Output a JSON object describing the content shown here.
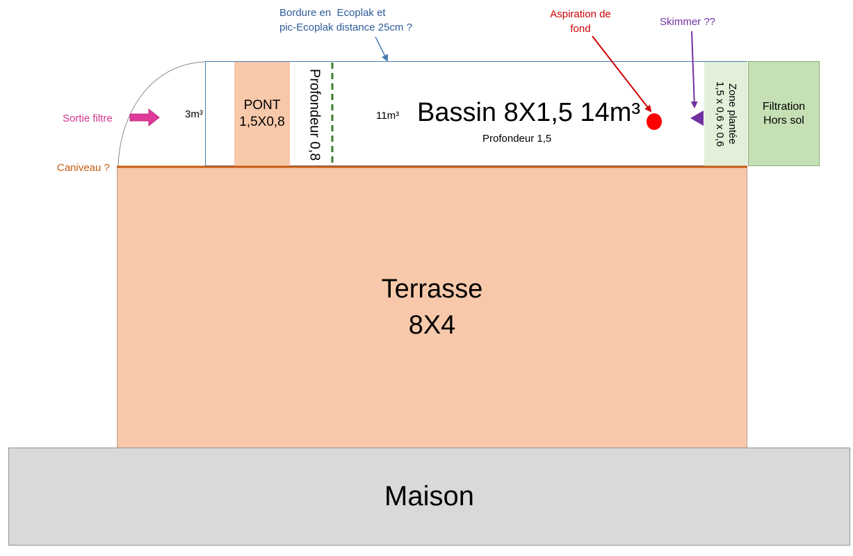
{
  "bassin": {
    "title": "Bassin 8X1,5 14m³",
    "depth": "Profondeur 1,5",
    "vol_left": "3m³",
    "vol_right": "11m³",
    "depth_left": "Profondeur 0,8"
  },
  "pont": {
    "line1": "PONT",
    "line2": "1,5X0,8"
  },
  "zone_plantee": {
    "text": "Zone plantée\n1,5 x 0,6 x 0,6"
  },
  "filtration": {
    "line1": "Filtration",
    "line2": "Hors sol"
  },
  "terrasse": {
    "line1": "Terrasse",
    "line2": "8X4"
  },
  "maison": {
    "label": "Maison"
  },
  "labels": {
    "bordure_line1": "Bordure en  Ecoplak et",
    "bordure_line2": "pic-Ecoplak distance 25cm ?",
    "aspiration_line1": "Aspiration de",
    "aspiration_line2": "fond",
    "skimmer": "Skimmer ??",
    "sortie_filtre": "Sortie filtre",
    "caniveau": "Caniveau ?"
  },
  "colors": {
    "terrace": "#f7c8aa",
    "house": "#d9d9d9",
    "filtration": "#c5e0b4",
    "zone_plantee": "#e2efd9",
    "pond_border": "#4a7ab0",
    "gutter": "#c55a11",
    "sortie_arrow": "#e0399a",
    "aspiration": "#ff0000",
    "skimmer": "#7030a0",
    "dashed_line": "#3a7d2a"
  }
}
